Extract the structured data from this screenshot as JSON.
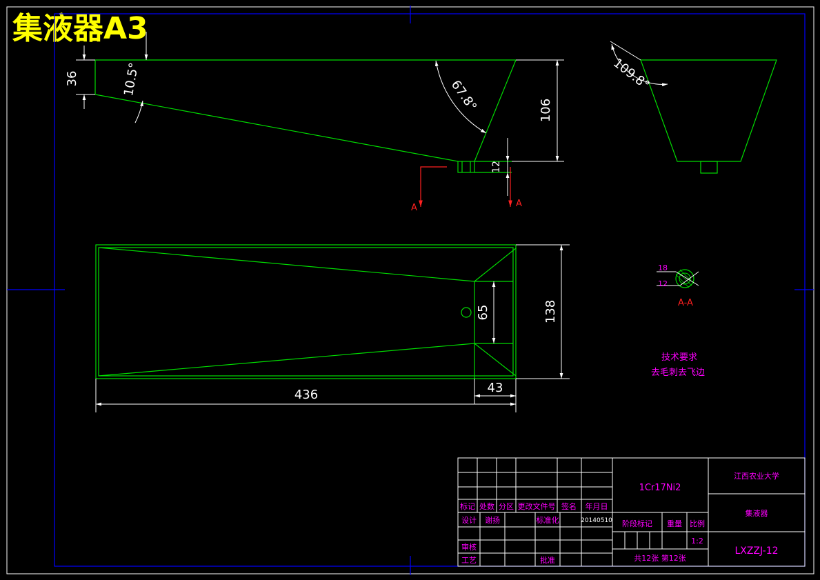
{
  "sheet": {
    "title": "集液器A3"
  },
  "dimensions": {
    "d36": "36",
    "d10_5": "10.5°",
    "d67_8": "67.8°",
    "d106": "106",
    "d12": "12",
    "d109_8": "109.8°",
    "d138": "138",
    "d65": "65",
    "d436": "436",
    "d43": "43"
  },
  "section": {
    "cut_label_left": "A",
    "cut_label_right": "A",
    "view_label": "A-A",
    "outer_dia": "18",
    "inner_dia": "12"
  },
  "notes": {
    "heading": "技术要求",
    "line1": "去毛刺去飞边"
  },
  "title_block": {
    "headers": [
      "标记",
      "处数",
      "分区",
      "更改文件号",
      "签名",
      "年月日"
    ],
    "row_design": {
      "label": "设计",
      "name": "谢扬",
      "std_label": "标准化",
      "date": "20140510"
    },
    "row_check": "审核",
    "row_craft": "工艺",
    "row_approve": "批准",
    "material": "1Cr17Ni2",
    "stage_label": "阶段标记",
    "weight_label": "重量",
    "scale_label": "比例",
    "scale_value": "1:2",
    "sheets": "共12张 第12张",
    "company": "江西农业大学",
    "drawing_name": "集液器",
    "drawing_code": "LXZZJ-12"
  }
}
